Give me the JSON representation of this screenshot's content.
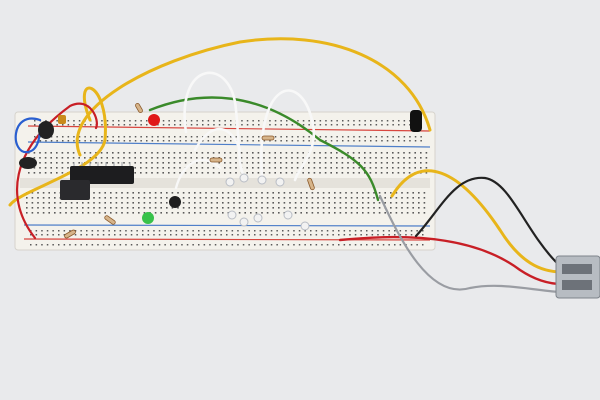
{
  "photo": {
    "subject": "",
    "background_color": "#e9eaec",
    "board_color": "#f4f2ec",
    "rail_red": "#d8463f",
    "rail_blue": "#4f7fc9",
    "wire_colors": {
      "yellow": "#e8b51a",
      "white": "#f8f8f8",
      "green": "#3a8a2a",
      "red": "#c81f26",
      "black": "#222222",
      "gray": "#9a9da3",
      "blue": "#2a5fd0"
    },
    "components": [
      {
        "name": "ic-chip",
        "icon": "chip-icon"
      },
      {
        "name": "red-led",
        "icon": "led-icon"
      },
      {
        "name": "green-led",
        "icon": "led-icon"
      },
      {
        "name": "white-leds",
        "icon": "led-icon"
      },
      {
        "name": "electrolytic-capacitor",
        "icon": "capacitor-icon"
      },
      {
        "name": "transistors",
        "icon": "transistor-icon"
      },
      {
        "name": "resistors",
        "icon": "resistor-icon"
      },
      {
        "name": "usb-connector",
        "icon": "usb-connector-icon"
      }
    ]
  }
}
